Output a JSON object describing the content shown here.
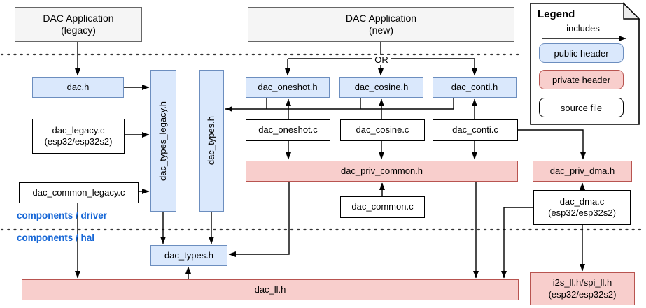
{
  "nodes": {
    "app_legacy": {
      "label": "DAC Application",
      "sublabel": "(legacy)"
    },
    "app_new": {
      "label": "DAC Application",
      "sublabel": "(new)"
    },
    "dac_h": {
      "label": "dac.h"
    },
    "dac_oneshot_h": {
      "label": "dac_oneshot.h"
    },
    "dac_cosine_h": {
      "label": "dac_cosine.h"
    },
    "dac_conti_h": {
      "label": "dac_conti.h"
    },
    "dac_types_legacy_h": {
      "label": "dac_types_legacy.h"
    },
    "dac_types_h_driver": {
      "label": "dac_types.h"
    },
    "dac_legacy_c": {
      "label": "dac_legacy.c",
      "sublabel": "(esp32/esp32s2)"
    },
    "dac_oneshot_c": {
      "label": "dac_oneshot.c"
    },
    "dac_cosine_c": {
      "label": "dac_cosine.c"
    },
    "dac_conti_c": {
      "label": "dac_conti.c"
    },
    "dac_priv_common_h": {
      "label": "dac_priv_common.h"
    },
    "dac_priv_dma_h": {
      "label": "dac_priv_dma.h"
    },
    "dac_common_legacy_c": {
      "label": "dac_common_legacy.c"
    },
    "dac_common_c": {
      "label": "dac_common.c"
    },
    "dac_dma_c": {
      "label": "dac_dma.c",
      "sublabel": "(esp32/esp32s2)"
    },
    "dac_types_h_hal": {
      "label": "dac_types.h"
    },
    "dac_ll_h": {
      "label": "dac_ll.h"
    },
    "i2s_spi_ll_h": {
      "label": "i2s_ll.h/spi_ll.h",
      "sublabel": "(esp32/esp32s2)"
    }
  },
  "section_labels": {
    "driver": "components / driver",
    "hal": "components / hal",
    "or": "OR"
  },
  "legend": {
    "title": "Legend",
    "includes_label": "includes",
    "items": [
      {
        "label": "public header",
        "type": "public"
      },
      {
        "label": "private header",
        "type": "private"
      },
      {
        "label": "source file",
        "type": "source"
      }
    ]
  },
  "colors": {
    "public_header_fill": "#dae8fc",
    "public_header_border": "#6c8ebf",
    "private_header_fill": "#f8cecc",
    "private_header_border": "#b85450",
    "application_fill": "#f5f5f5",
    "application_border": "#666666",
    "source_file_fill": "#ffffff",
    "source_file_border": "#000000",
    "section_label_text": "#1566d6",
    "connector": "#000000"
  }
}
